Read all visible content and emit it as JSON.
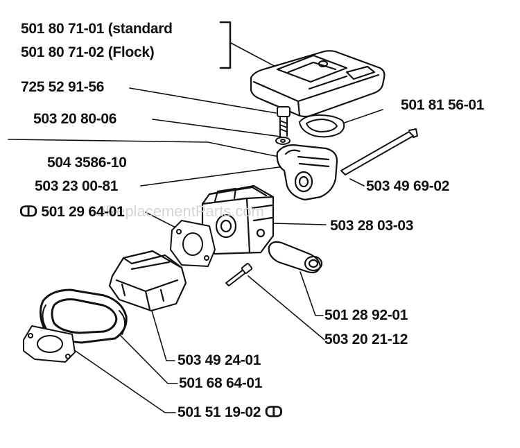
{
  "watermark": "eReplacementParts.com",
  "labels": {
    "cover_std": "501 80 71-01 (standard",
    "cover_flock": "501 80 71-02 (Flock)",
    "screw": "725 52 91-56",
    "washer": "503 20 80-06",
    "gasket_top": "501 81 56-01",
    "adapter_a": "504 3586-10",
    "adapter_b": "503 23 00-81",
    "bolt": "503 49 69-02",
    "gasket_mid": "ↀ 501 29 64-01",
    "carburetor": "503 28 03-03",
    "hose": "501 28 92-01",
    "screw_small": "503 20 21-12",
    "intake": "503 49 24-01",
    "rubber": "501 68 64-01",
    "gasket_bottom": "501 51 19-02 ↀ"
  }
}
